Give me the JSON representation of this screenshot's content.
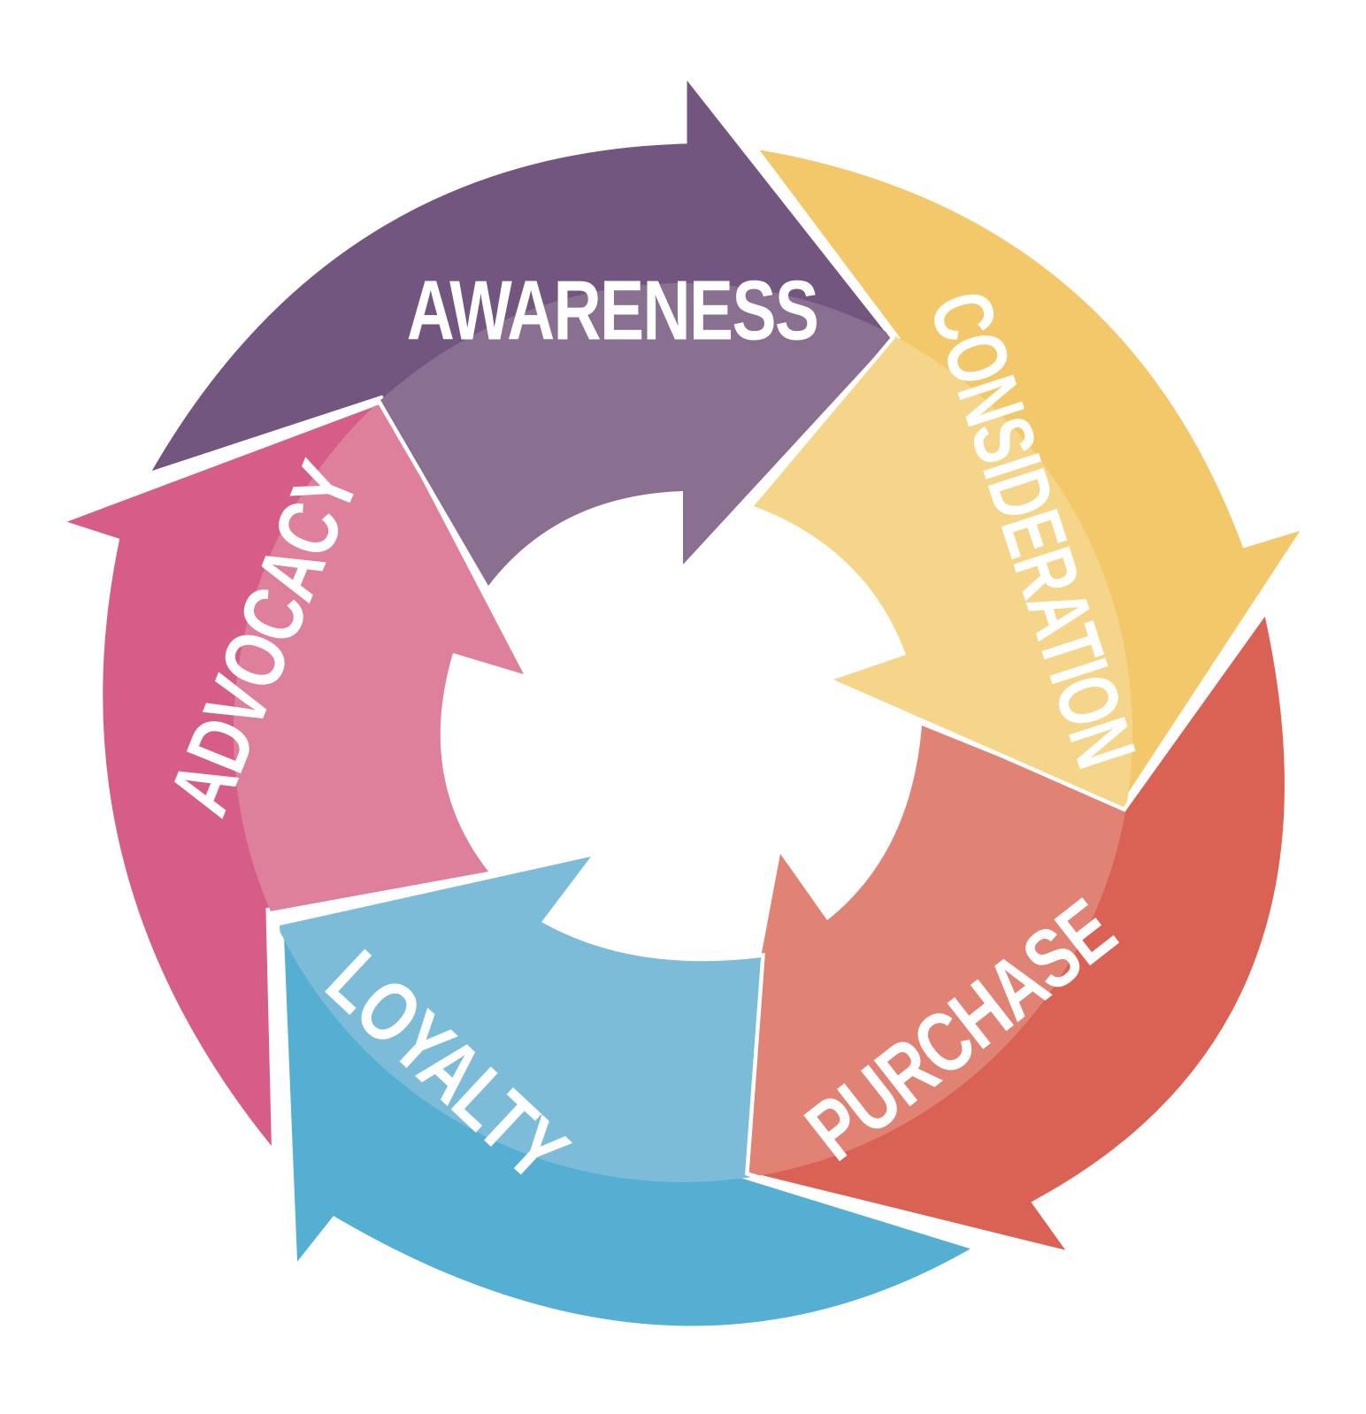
{
  "diagram": {
    "stages": [
      {
        "id": "awareness",
        "label": "AWARENESS",
        "color": "#735680",
        "inner_color": "#8a7090"
      },
      {
        "id": "consideration",
        "label": "CONSIDERATION",
        "color": "#f3c86a",
        "inner_color": "#f5d58a"
      },
      {
        "id": "purchase",
        "label": "PURCHASE",
        "color": "#d96255",
        "inner_color": "#e08274"
      },
      {
        "id": "loyalty",
        "label": "LOYALTY",
        "color": "#55afd3",
        "inner_color": "#7cbcd9"
      },
      {
        "id": "advocacy",
        "label": "ADVOCACY",
        "color": "#d65d87",
        "inner_color": "#de7f9c"
      }
    ]
  }
}
